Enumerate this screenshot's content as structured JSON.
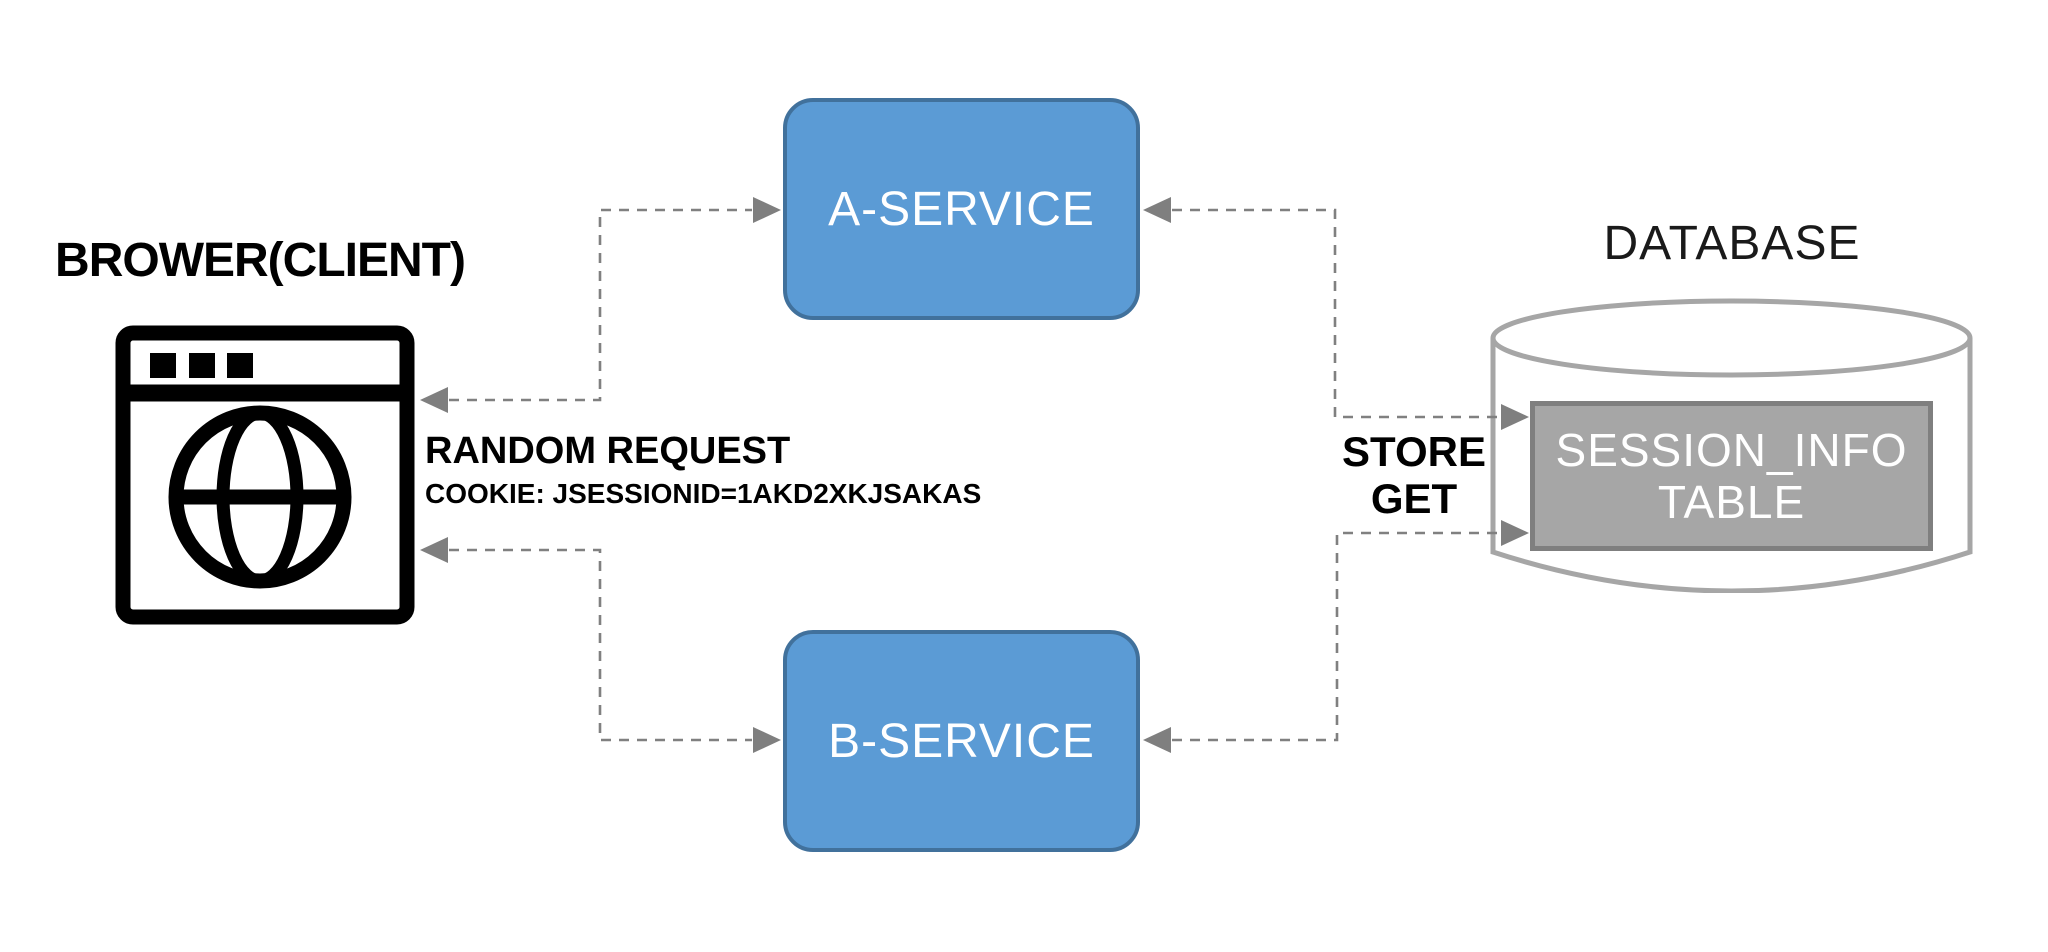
{
  "diagram": {
    "client": {
      "label": "BROWER(CLIENT)",
      "request_title": "RANDOM REQUEST",
      "request_cookie": "COOKIE: JSESSIONID=1AKD2XKJSAKAS"
    },
    "services": [
      {
        "label": "A-SERVICE"
      },
      {
        "label": "B-SERVICE"
      }
    ],
    "database": {
      "label": "DATABASE",
      "table_line1": "SESSION_INFO",
      "table_line2": "TABLE"
    },
    "operations": {
      "line1": "STORE",
      "line2": "GET"
    },
    "icons": {
      "client": "browser-globe-icon",
      "database": "database-cylinder-icon",
      "connector_ends": "arrowhead-icon"
    },
    "colors": {
      "service_fill": "#5B9BD5",
      "service_border": "#41719C",
      "table_fill": "#A6A6A6",
      "table_border": "#7F7F7F",
      "cylinder_stroke": "#A6A6A6",
      "connector": "#808080",
      "text": "#000000",
      "text_on_fill": "#FFFFFF",
      "background": "#FFFFFF"
    }
  }
}
